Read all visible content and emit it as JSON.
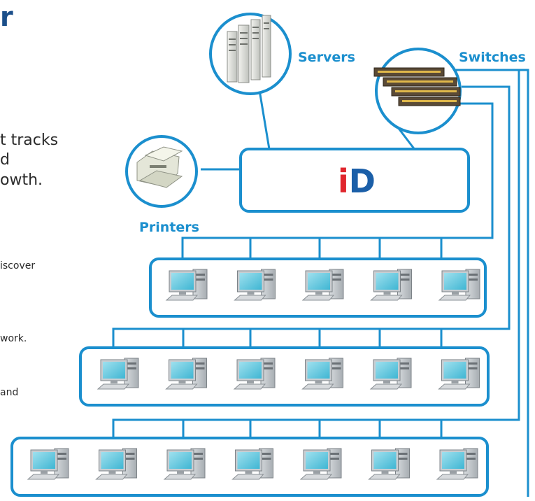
{
  "left_text": {
    "title_fragment": "r",
    "intro": [
      "t tracks",
      "d",
      "owth."
    ],
    "bullets": [
      "iscover",
      "work.",
      "and"
    ]
  },
  "diagram": {
    "labels": {
      "servers": "Servers",
      "switches": "Switches",
      "printers": "Printers"
    },
    "hub": {
      "i": "i",
      "d": "D"
    },
    "rows": [
      {
        "computers": 5
      },
      {
        "computers": 6
      },
      {
        "computers": 7
      }
    ],
    "colors": {
      "line": "#1b8fce",
      "label": "#1b8fce",
      "logo_i": "#e0262d",
      "logo_d": "#1b5fa8",
      "title": "#1b4f8a",
      "text": "#2b2b2b"
    },
    "icons": [
      "server-rack-icon",
      "network-switch-icon",
      "printer-icon",
      "desktop-computer-icon"
    ]
  }
}
